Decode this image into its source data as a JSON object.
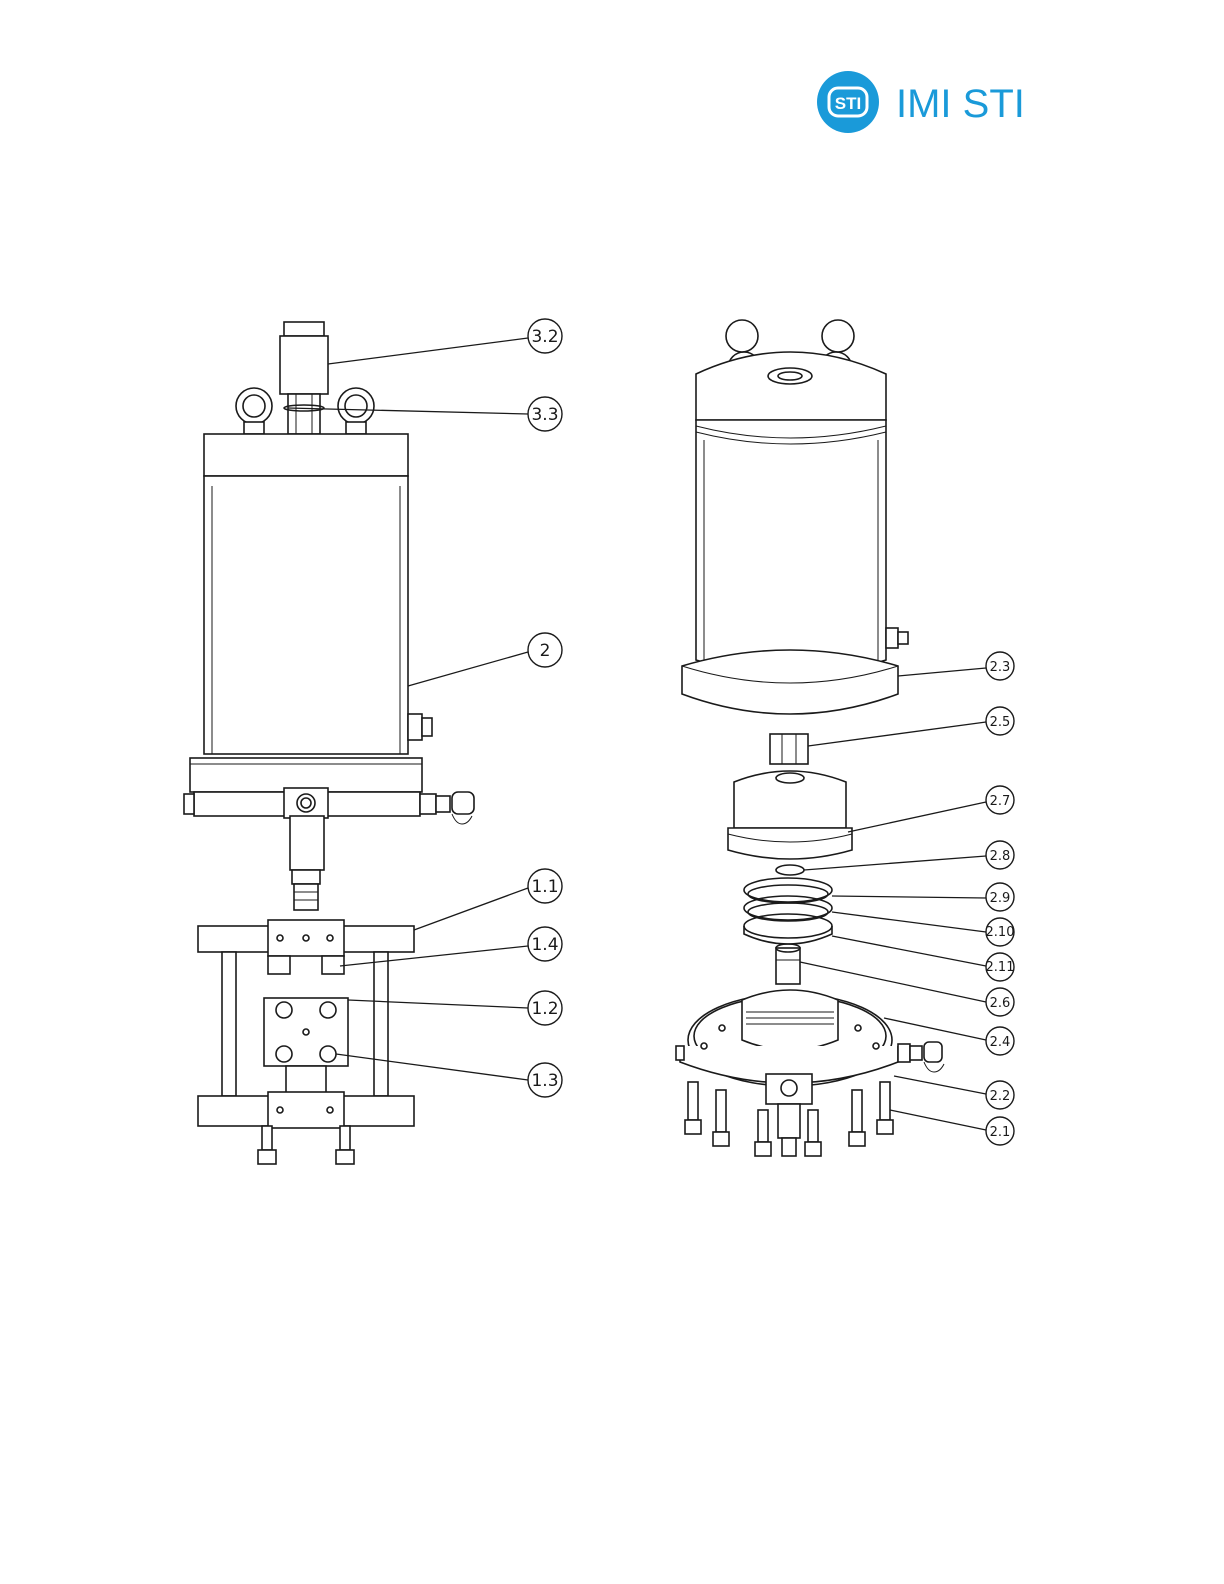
{
  "brand": {
    "name": "IMI STI",
    "badge_text": "STI",
    "color": "#1a9ad9"
  },
  "diagram": {
    "left_view": {
      "callouts": [
        "3.2",
        "3.3",
        "2",
        "1.1",
        "1.4",
        "1.2",
        "1.3"
      ]
    },
    "right_view": {
      "callouts": [
        "2.3",
        "2.5",
        "2.7",
        "2.8",
        "2.9",
        "2.10",
        "2.11",
        "2.6",
        "2.4",
        "2.2",
        "2.1"
      ]
    }
  }
}
